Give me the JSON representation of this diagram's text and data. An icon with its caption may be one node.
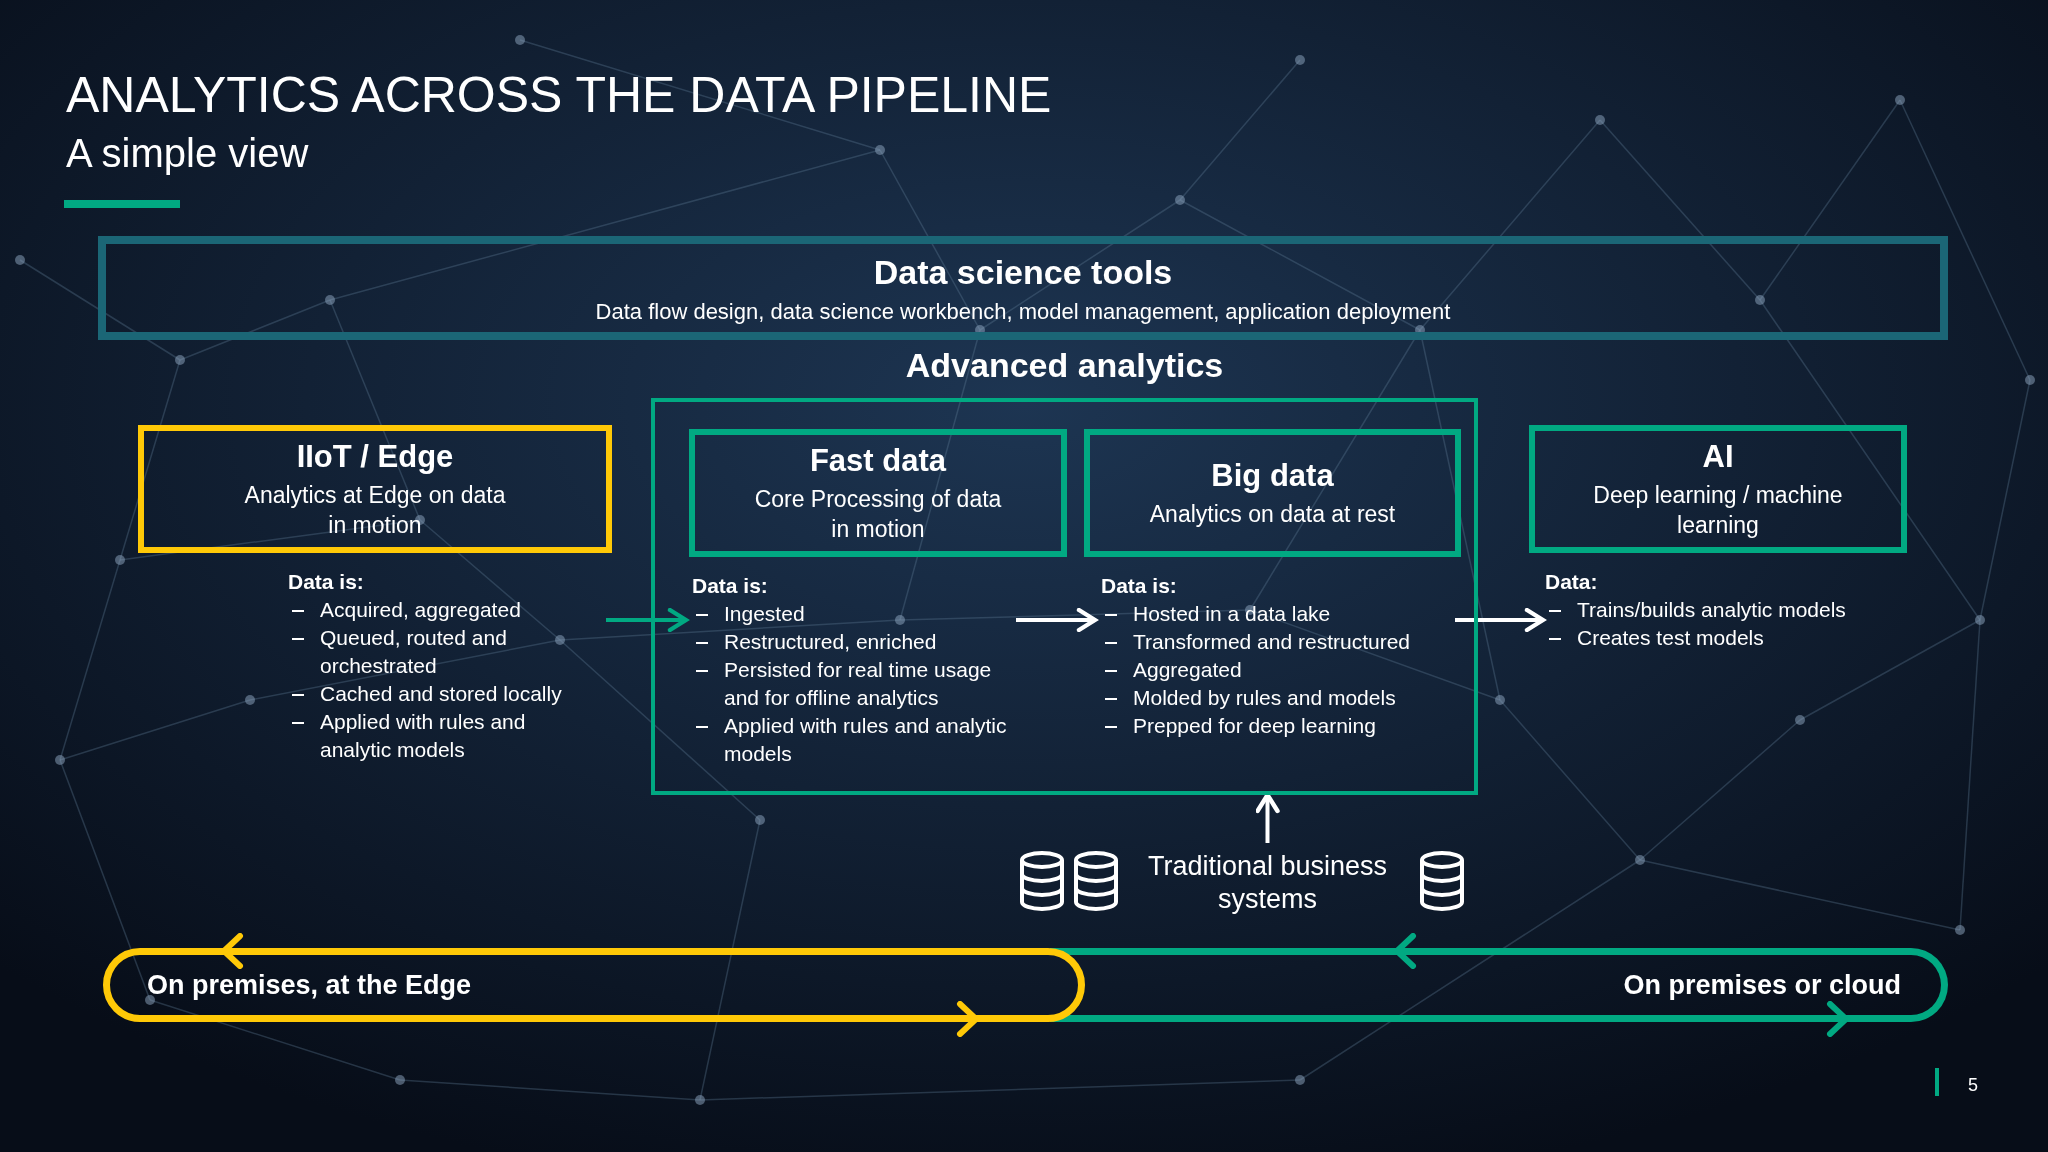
{
  "diagram": {
    "title": "ANALYTICS ACROSS THE DATA PIPELINE",
    "nodes": [
      {
        "text": [
          "Data science tools",
          "Data flow design, data science workbench, model management, application deployment"
        ]
      },
      {
        "text": [
          "Advanced analytics"
        ]
      },
      {
        "text": [
          "IIoT / Edge",
          "Analytics at Edge on data in motion"
        ]
      },
      {
        "text": [
          "Fast data",
          "Core Processing of data in motion"
        ],
        "in": 1
      },
      {
        "text": [
          "Big data",
          "Analytics on data at rest"
        ],
        "in": 1
      },
      {
        "text": [
          "AI",
          "Deep learning / machine learning"
        ]
      },
      {
        "text": [
          "Data is:",
          "Acquired, aggregated",
          "Queued, routed and orchestrated",
          "Cached and stored locally",
          "Applied with rules and analytic models"
        ]
      },
      {
        "text": [
          "Data is:",
          "Ingested",
          "Restructured, enriched",
          "Persisted for real time usage and for offline analytics",
          "Applied with rules and analytic models"
        ],
        "in": 1
      },
      {
        "text": [
          "Data is:",
          "Hosted in a data lake",
          "Transformed and restructured",
          "Aggregated",
          "Molded by rules and models",
          "Prepped for deep learning"
        ],
        "in": 1
      },
      {
        "text": [
          "Data:",
          "Trains/builds analytic models",
          "Creates test models"
        ]
      },
      {
        "text": [
          "Traditional business systems"
        ]
      },
      {
        "text": [
          "On premises, at the Edge"
        ]
      },
      {
        "text": [
          "On premises or cloud"
        ]
      }
    ],
    "edges": [
      {
        "from": 6,
        "to": 7,
        "arrow": "to",
        "color": "#01a982"
      },
      {
        "from": 7,
        "to": 8,
        "arrow": "to"
      },
      {
        "from": 8,
        "to": 9,
        "arrow": "to"
      },
      {
        "from": 10,
        "to": 1,
        "arrow": "to"
      }
    ],
    "labels": [
      "A simple view",
      "5"
    ]
  }
}
